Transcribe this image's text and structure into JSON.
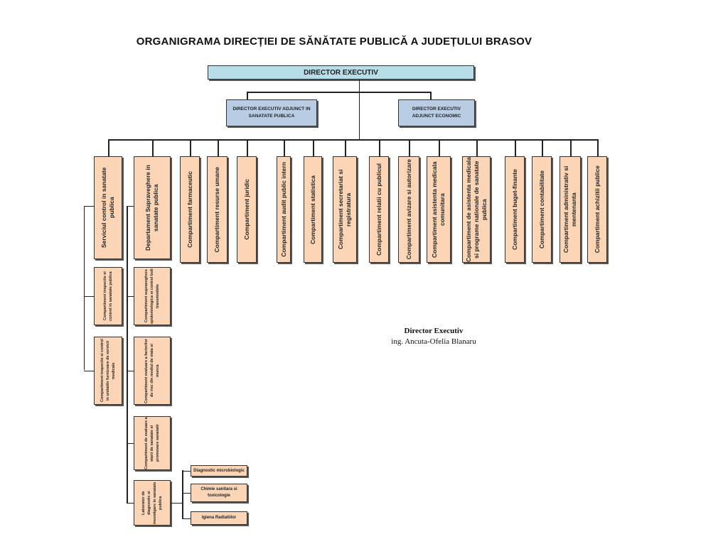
{
  "title": "ORGANIGRAMA  DIRECȚIEI DE SĂNĂTATE PUBLICĂ A JUDEȚULUI BRASOV",
  "director": "DIRECTOR EXECUTIV",
  "deputies": [
    "DIRECTOR EXECUTIV ADJUNCT IN SANATATE PUBLICA",
    "DIRECTOR EXECUTIV ADJUNCT ECONOMIC"
  ],
  "units": [
    "Serviciul control in sanatate publica",
    "Departament Supraveghere in sanatate publica",
    "Compartiment farmaceutic",
    "Compartiment resurse umane",
    "Compartiment juridic",
    "Compartiment audit public intern",
    "Compartiment statistica",
    "Compartiment secretariat si registratura",
    "Compartiment relatii cu publicul",
    "Compartiment avizare si autorizare",
    "Compartiment asistenta medicala comunitara",
    "Compartiment de asistenta medicala si programe nationale de sanatate publica",
    "Compartiment buget-finante",
    "Compartiment contabilitate",
    "Compartiment administrativ si mentenanta",
    "Compartiment achizitii publice"
  ],
  "control_subunits": [
    "Compartiment inspectie si control in sanatate publica",
    "Compartiment inspectie si control in unitatile furnizoare de servicii medicale"
  ],
  "supraveghere_subunits": [
    "Compartiment supraveghere epidemiologica si control boli transmisibile",
    "Compartiment evaluare a factorilor de risc din mediul de viata si munca",
    "Compartiment de evaluare a starii de sanatate si promovare sanatatii",
    "Laborator de diagnostic si investigare in sanatate publica"
  ],
  "lab_subunits": [
    "Diagnostic microbiologic",
    "Chimie sanitara si toxicologie",
    "Igiena Radiatiilor"
  ],
  "signature": {
    "role": "Director Executiv",
    "name": "ing. Ancuta-Ofelia Blanaru"
  },
  "colors": {
    "director": "#b7dde8",
    "deputy": "#b8cce4",
    "unit": "#fbd5b5"
  }
}
